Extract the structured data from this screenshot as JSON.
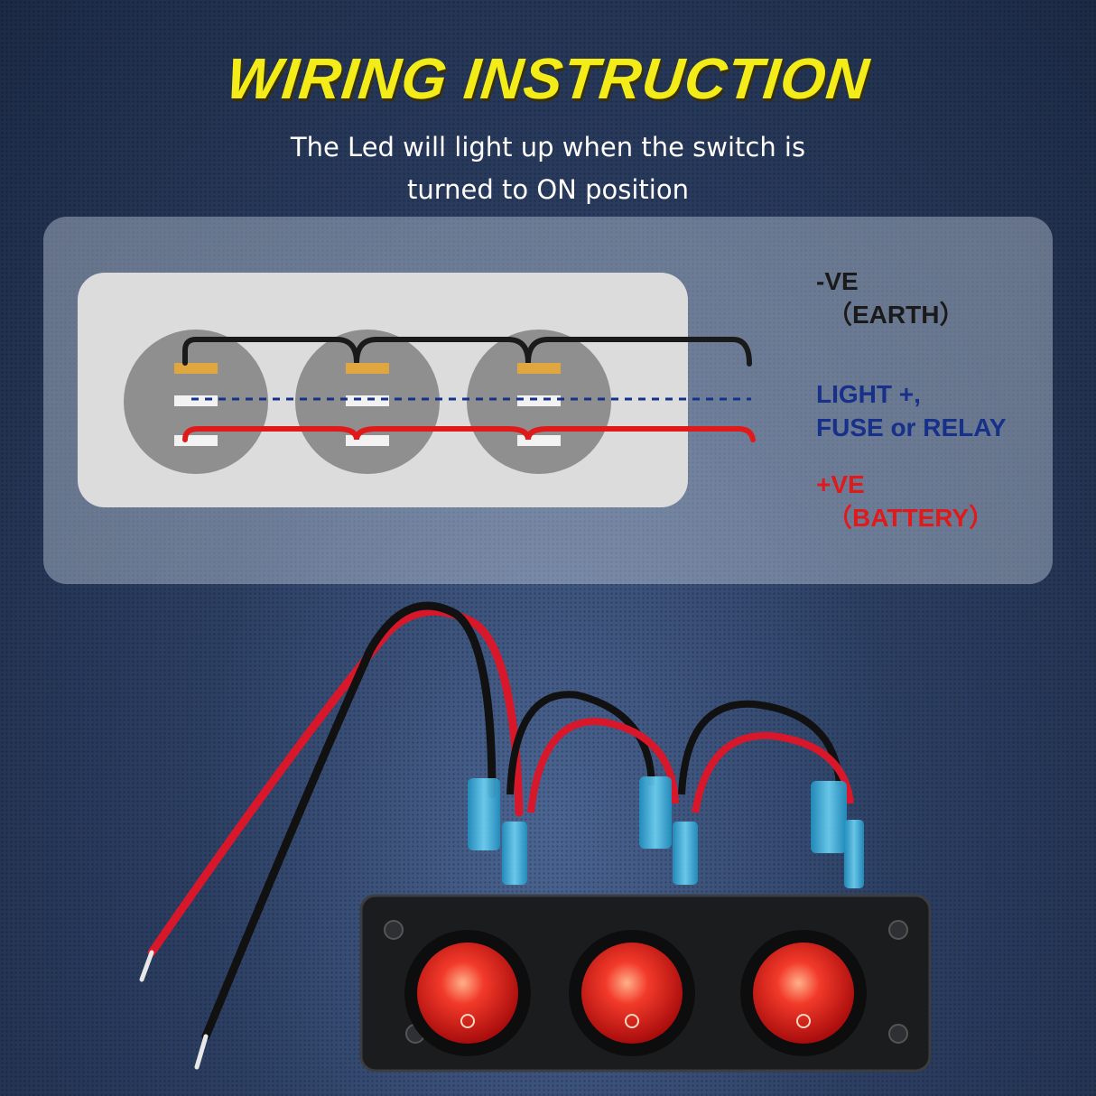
{
  "title": "WIRING INSTRUCTION",
  "subtitle": {
    "line1": "The Led will light up when the switch is",
    "line2": "turned to ON position"
  },
  "labels": {
    "earth": {
      "line1": "-VE",
      "line2": "（EARTH）",
      "color": "#1a1a1a"
    },
    "light": {
      "line1": "LIGHT +,",
      "line2": "FUSE or RELAY",
      "color": "#17308a"
    },
    "battery": {
      "line1": "+VE",
      "line2": "（BATTERY）",
      "color": "#e01a1a"
    }
  },
  "colors": {
    "title": "#f4ec18",
    "earth_wire": "#1a1a1a",
    "light_wire": "#17308a",
    "battery_wire": "#e01a1a",
    "earth_pin": "#e0a63f",
    "switch_lamp": "#e81818",
    "connector": "#3cb4e6"
  },
  "switches": {
    "count": 3,
    "state": "ON"
  }
}
